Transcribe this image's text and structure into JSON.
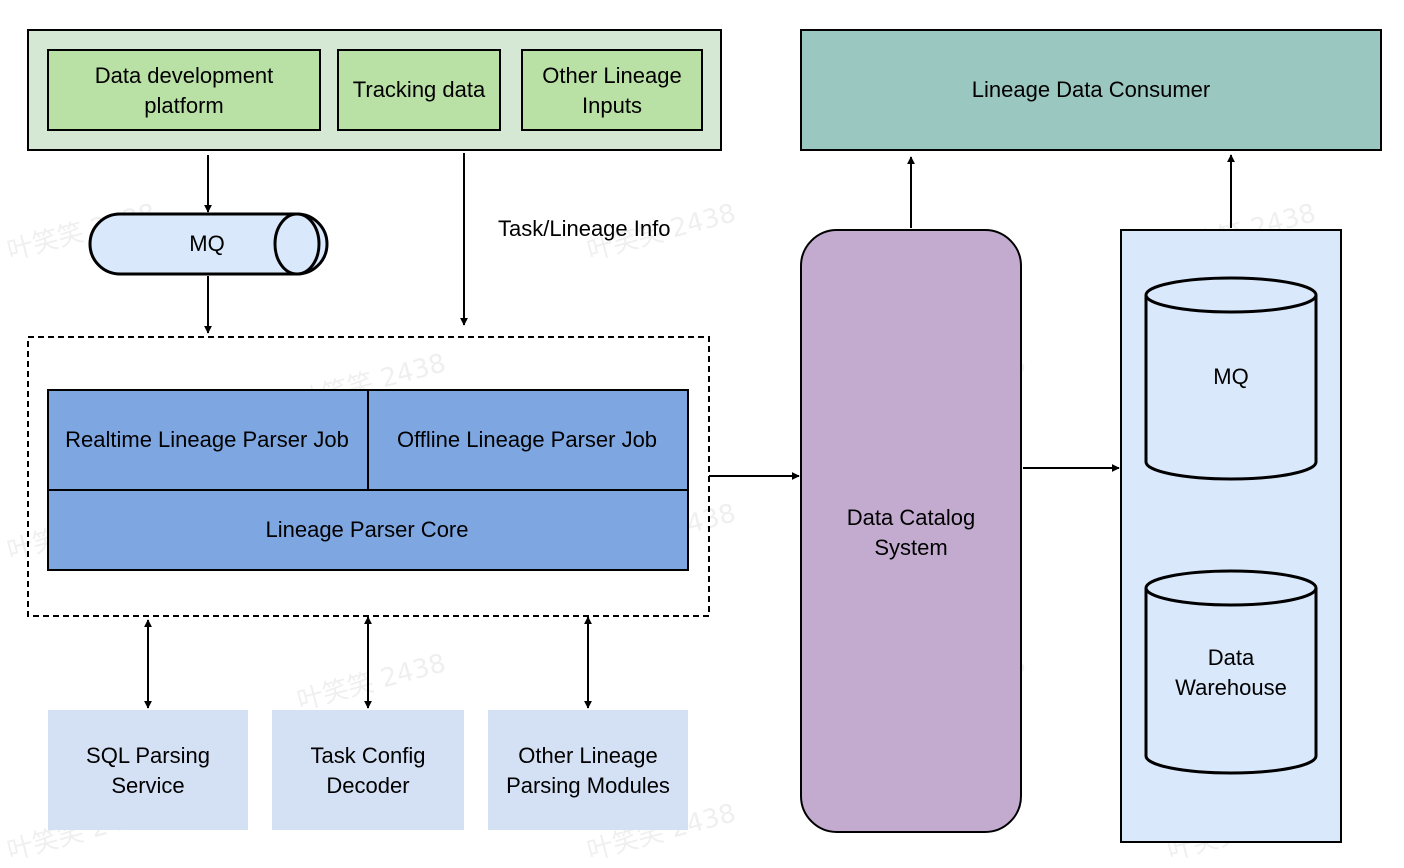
{
  "colors": {
    "source_group_bg": "#d5e8d4",
    "source_item_bg": "#b9e0a5",
    "consumer_bg": "#9ac7bf",
    "mq_bg": "#dae8fc",
    "parser_bg": "#7ea6e0",
    "module_bg": "#d4e1f5",
    "catalog_bg": "#c3abd0",
    "storage_bg": "#dae8fc",
    "stroke": "#000000"
  },
  "sources": {
    "items": [
      {
        "line1": "Data development",
        "line2": "platform"
      },
      {
        "line1": "Tracking data"
      },
      {
        "line1": "Other Lineage",
        "line2": "Inputs"
      }
    ]
  },
  "mq_top": {
    "label": "MQ"
  },
  "edge_label": "Task/Lineage Info",
  "parser": {
    "realtime": "Realtime Lineage Parser Job",
    "offline": "Offline Lineage Parser Job",
    "core": "Lineage Parser Core"
  },
  "modules": [
    {
      "line1": "SQL Parsing",
      "line2": "Service"
    },
    {
      "line1": "Task Config",
      "line2": "Decoder"
    },
    {
      "line1": "Other Lineage",
      "line2": "Parsing Modules"
    }
  ],
  "catalog": {
    "line1": "Data Catalog",
    "line2": "System"
  },
  "consumer": {
    "label": "Lineage Data Consumer"
  },
  "storage": {
    "mq": "MQ",
    "dw_line1": "Data",
    "dw_line2": "Warehouse"
  },
  "watermark": "叶笑笑 2438"
}
